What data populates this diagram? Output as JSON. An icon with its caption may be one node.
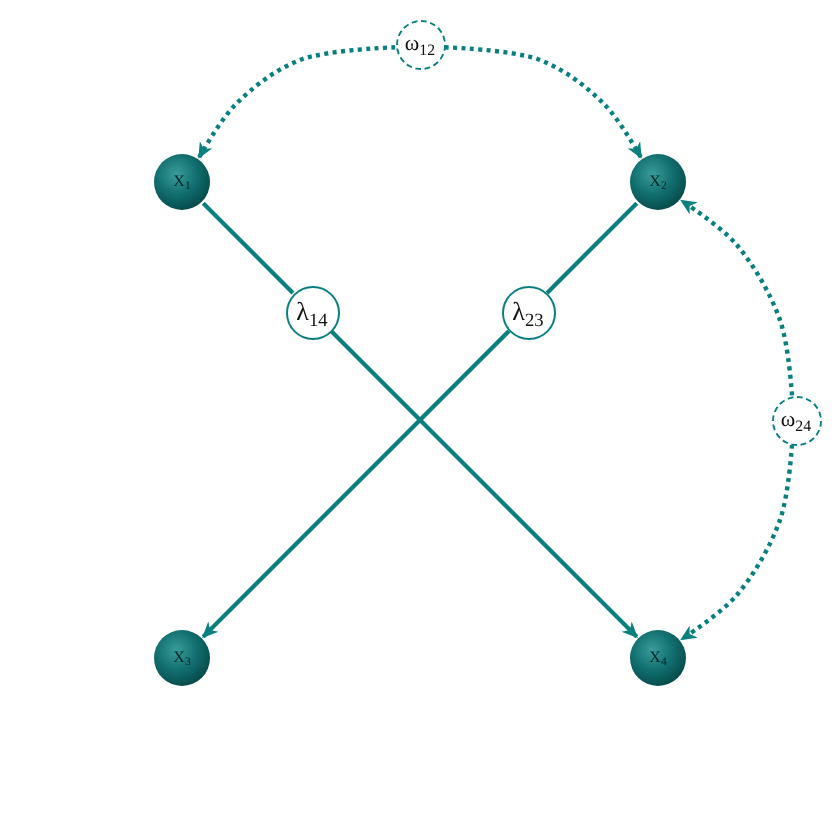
{
  "diagram": {
    "nodes": [
      {
        "text": [
          "ω$_{12}$"
        ]
      },
      {
        "text": [
          "X$_{1}$"
        ]
      },
      {
        "text": [
          "X$_{2}$"
        ]
      },
      {
        "text": [
          "λ$_{14}$"
        ]
      },
      {
        "text": [
          "λ$_{23}$"
        ]
      },
      {
        "text": [
          "ω$_{24}$"
        ]
      },
      {
        "text": [
          "X$_{3}$"
        ]
      },
      {
        "text": [
          "X$_{4}$"
        ]
      }
    ],
    "edges": [
      {
        "from": 0,
        "to": 1,
        "arrow": "to",
        "style": "dashed"
      },
      {
        "from": 0,
        "to": 2,
        "arrow": "to",
        "style": "dashed"
      },
      {
        "from": 1,
        "to": 3,
        "arrow": "none"
      },
      {
        "from": 3,
        "to": 7,
        "arrow": "to"
      },
      {
        "from": 2,
        "to": 4,
        "arrow": "none"
      },
      {
        "from": 4,
        "to": 6,
        "arrow": "to"
      },
      {
        "from": 5,
        "to": 2,
        "arrow": "to",
        "style": "dashed"
      },
      {
        "from": 5,
        "to": 7,
        "arrow": "to",
        "style": "dashed"
      }
    ]
  }
}
